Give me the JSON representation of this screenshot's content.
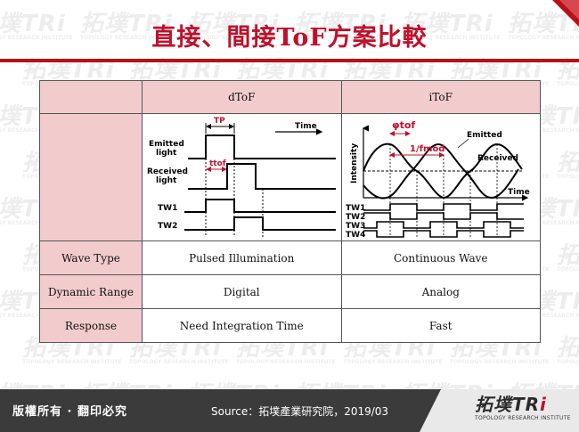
{
  "title": "直接、間接ToF方案比較",
  "table": {
    "header": {
      "rowhead": "",
      "dtof": "dToF",
      "itof": "iToF"
    },
    "dtof_diagram": {
      "time_label": "Time",
      "tp_label": "TP",
      "emitted_label_1": "Emitted",
      "emitted_label_2": "light",
      "received_label_1": "Received",
      "received_label_2": "light",
      "ttof_label": "ttof",
      "tw1_label": "TW1",
      "tw2_label": "TW2"
    },
    "itof_diagram": {
      "phi_label": "φtof",
      "freq_label": "1/fmod",
      "emitted_label": "Emitted",
      "received_label": "Received",
      "intensity_label": "Intensity",
      "time_label": "Time",
      "tw1_label": "TW1",
      "tw2_label": "TW2",
      "tw3_label": "TW3",
      "tw4_label": "TW4"
    },
    "rows": [
      {
        "label": "Wave Type",
        "dtof": "Pulsed Illumination",
        "itof": "Continuous Wave"
      },
      {
        "label": "Dynamic Range",
        "dtof": "Digital",
        "itof": "Analog"
      },
      {
        "label": "Response",
        "dtof": "Need Integration Time",
        "itof": "Fast"
      }
    ]
  },
  "footer": {
    "copyright": "版權所有 · 翻印必究",
    "source": "Source：拓墣產業研究院，2019/03",
    "logo_main_a": "拓墣",
    "logo_main_b": "TR",
    "logo_main_c": "i",
    "logo_sub": "TOPOLOGY RESEARCH INSTITUTE"
  },
  "watermark": {
    "text": "拓墣TRi",
    "sub": "TOPOLOGY RESEARCH INSTITUTE"
  },
  "colors": {
    "title_red": "#c0102a",
    "rule_red": "#b5121b",
    "header_pink": "#f2cccd",
    "footer_dark": "#3b3b3b"
  }
}
